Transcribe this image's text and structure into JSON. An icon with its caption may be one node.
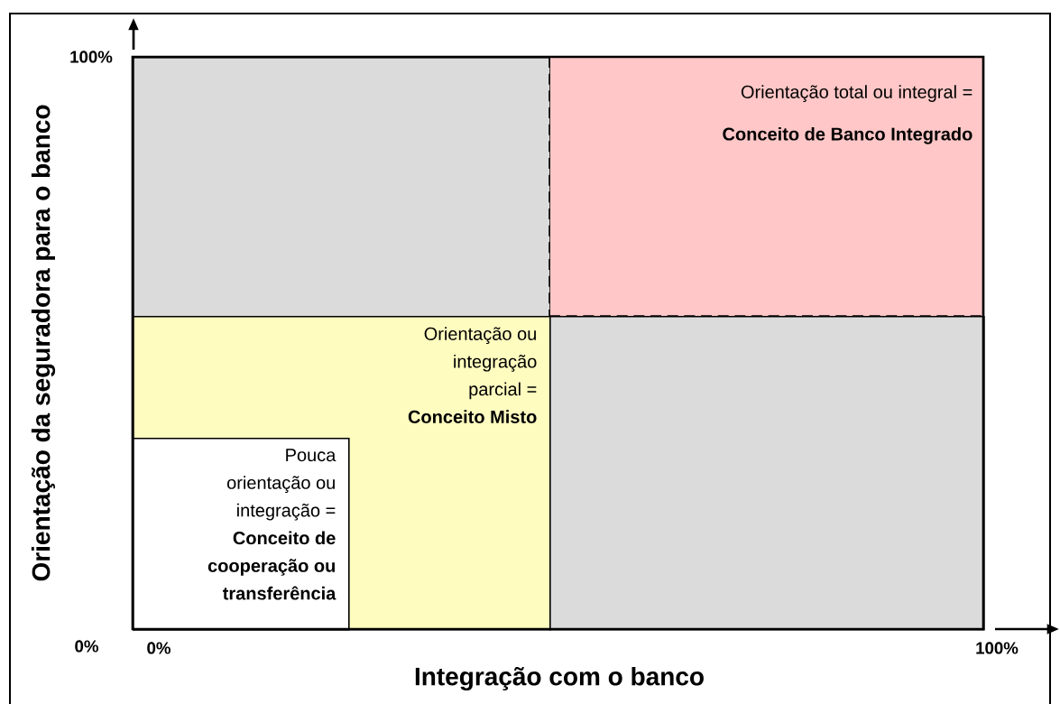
{
  "diagram": {
    "nodes": [
      {
        "text": [],
        "shape": "box"
      },
      {
        "text": [
          "Orientação total ou integral =",
          "Conceito de Banco Integrado"
        ]
      },
      {
        "text": [
          "Orientação ou integração parcial =",
          "Conceito Misto"
        ]
      },
      {
        "text": [
          "Pouca orientação ou integração =",
          "Conceito de cooperação ou transferência"
        ],
        "in": 2
      },
      {
        "text": [],
        "shape": "box"
      }
    ],
    "edges": [],
    "labels": [
      "Orientação da seguradora para o banco",
      "100%",
      "0%",
      "0%",
      "Integração com o banco",
      "100%"
    ]
  }
}
